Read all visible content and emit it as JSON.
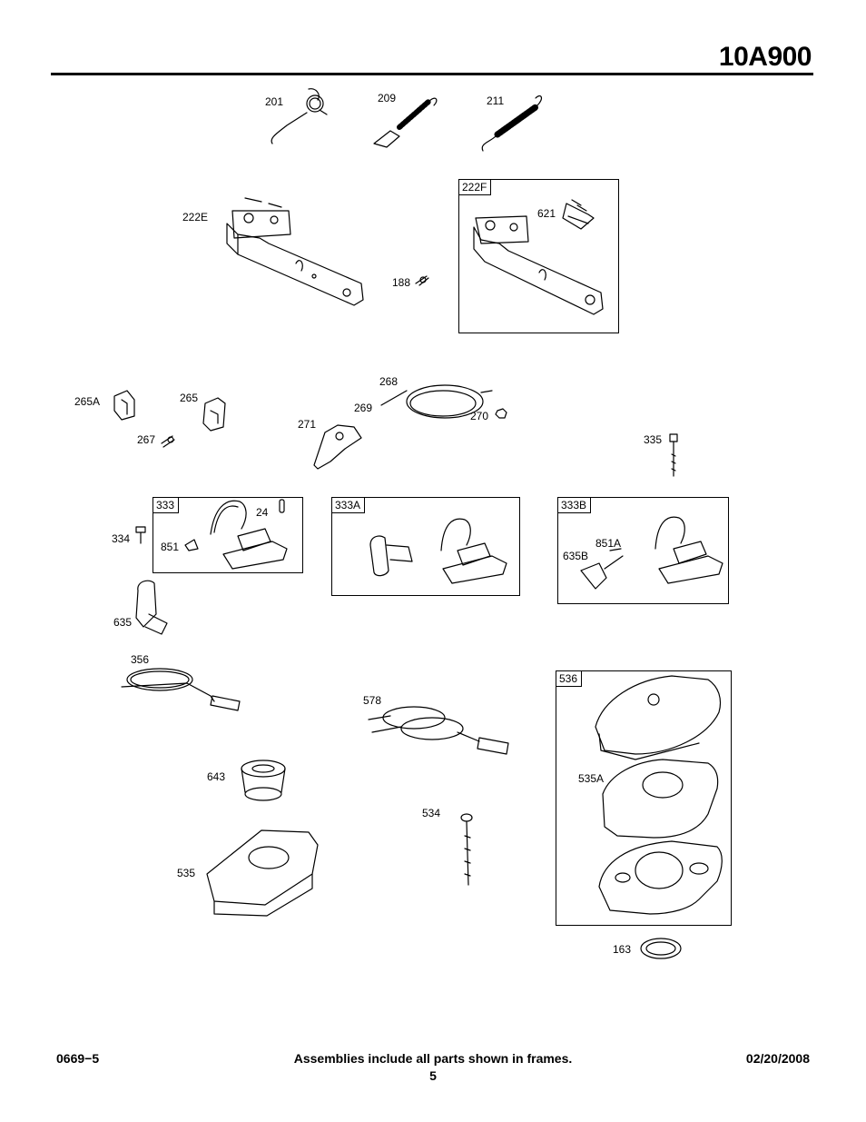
{
  "header": {
    "model": "10A900"
  },
  "labels": {
    "p201": "201",
    "p209": "209",
    "p211": "211",
    "p222E": "222E",
    "p188": "188",
    "p621": "621",
    "p265A": "265A",
    "p265": "265",
    "p267": "267",
    "p268": "268",
    "p269": "269",
    "p270": "270",
    "p271": "271",
    "p335": "335",
    "p334": "334",
    "p24": "24",
    "p851": "851",
    "p851A": "851A",
    "p635B": "635B",
    "p635": "635",
    "p356": "356",
    "p578": "578",
    "p643": "643",
    "p534": "534",
    "p535": "535",
    "p535A": "535A",
    "p163": "163"
  },
  "frames": {
    "f222F": "222F",
    "f333": "333",
    "f333A": "333A",
    "f333B": "333B",
    "f536": "536"
  },
  "footer": {
    "doc_number": "0669−5",
    "note": "Assemblies include all parts shown in frames.",
    "page_number": "5",
    "date": "02/20/2008"
  }
}
